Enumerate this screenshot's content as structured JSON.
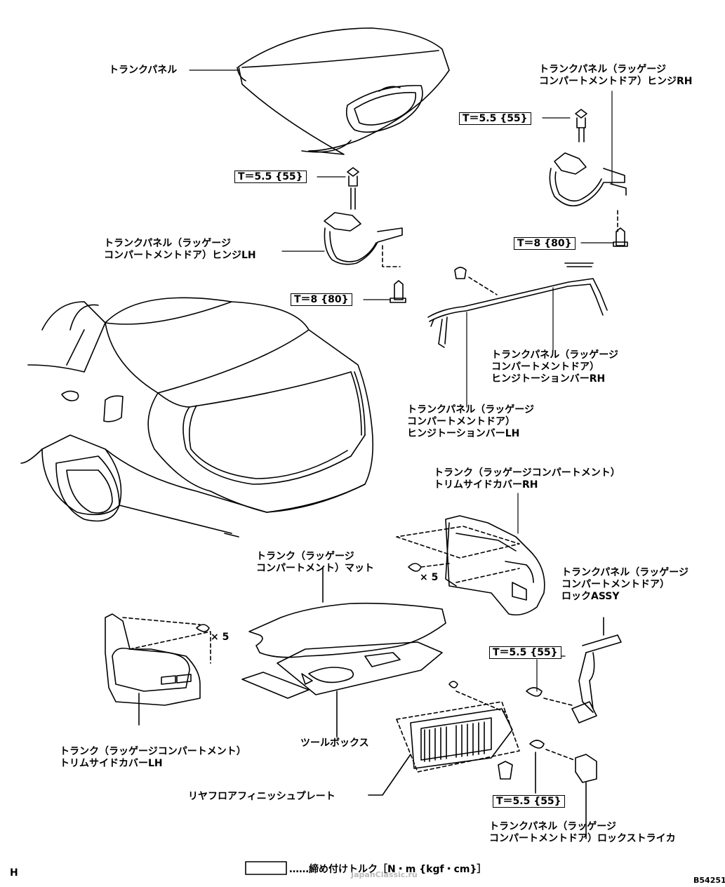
{
  "labels": {
    "trunk_panel": "トランクパネル",
    "hinge_rh": "トランクパネル（ラッゲージ\nコンパートメントドア）ヒンジRH",
    "hinge_lh": "トランクパネル（ラッゲージ\nコンパートメントドア）ヒンジLH",
    "torsion_bar_rh": "トランクパネル（ラッゲージ\nコンパートメントドア）\nヒンジトーションバーRH",
    "torsion_bar_lh": "トランクパネル（ラッゲージ\nコンパートメントドア）\nヒンジトーションバーLH",
    "trim_cover_rh": "トランク（ラッゲージコンパートメント）\nトリムサイドカバーRH",
    "mat": "トランク（ラッゲージ\nコンパートメント）マット",
    "lock_assy": "トランクパネル（ラッゲージ\nコンパートメントドア）\nロックASSY",
    "trim_cover_lh": "トランク（ラッゲージコンパートメント）\nトリムサイドカバーLH",
    "tool_box": "ツールボックス",
    "finish_plate": "リヤフロアフィニッシュプレート",
    "striker": "トランクパネル（ラッゲージ\nコンパートメントドア）ロックストライカ"
  },
  "torques": {
    "t_rh_top": "T＝5.5 {55}",
    "t_lh_top": "T＝5.5 {55}",
    "t_rh_bottom": "T＝8 {80}",
    "t_lh_bottom": "T＝8 {80}",
    "t_lock": "T＝5.5 {55}",
    "t_striker": "T＝5.5 {55}"
  },
  "counts": {
    "x5_rh": "× 5",
    "x5_lh": "× 5"
  },
  "legend": {
    "text": "……締め付けトルク［N・m {kgf・cm}］"
  },
  "corner": {
    "left": "H",
    "right": "B54251"
  },
  "watermark": "JapanClassic.ru"
}
